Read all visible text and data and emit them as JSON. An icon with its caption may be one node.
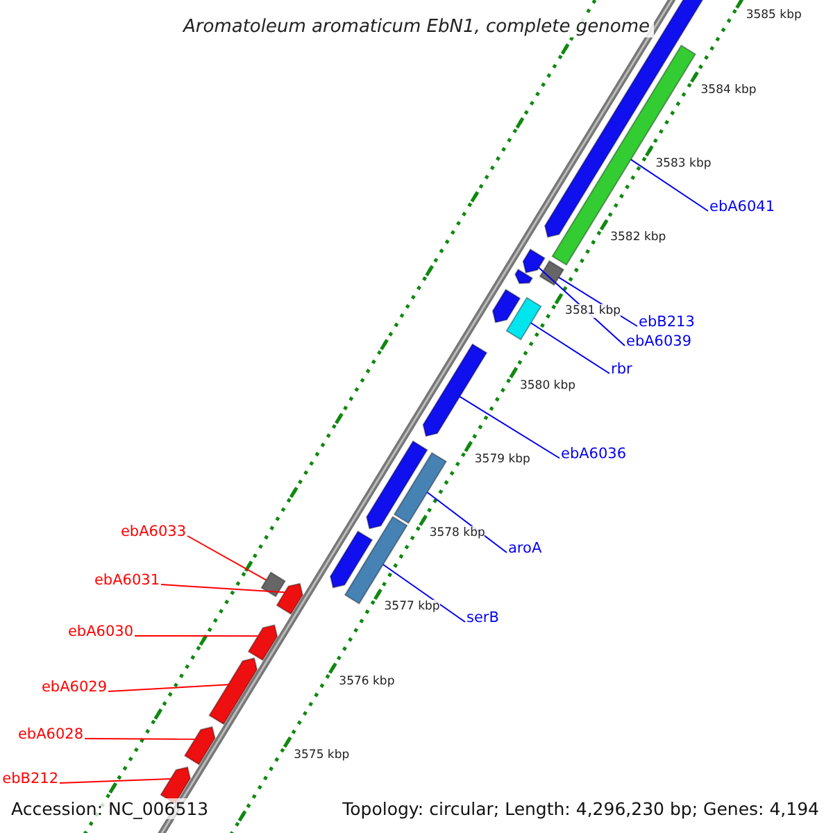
{
  "diagram": {
    "title": "Aromatoleum aromaticum EbN1, complete genome",
    "nodes": [
      {
        "text": [
          "ebA6041"
        ]
      },
      {
        "text": [
          "ebB213"
        ]
      },
      {
        "text": [
          "ebA6039"
        ]
      },
      {
        "text": [
          "rbr"
        ]
      },
      {
        "text": [
          "ebA6036"
        ]
      },
      {
        "text": [
          "ebA6033"
        ]
      },
      {
        "text": [
          "aroA"
        ]
      },
      {
        "text": [
          "ebA6031"
        ]
      },
      {
        "text": [
          "serB"
        ]
      },
      {
        "text": [
          "ebA6030"
        ]
      },
      {
        "text": [
          "ebA6029"
        ]
      },
      {
        "text": [
          "ebA6028"
        ]
      },
      {
        "text": [
          "ebB212"
        ]
      },
      {
        "text": [],
        "shape": "bar"
      },
      {
        "text": [],
        "shape": "bar"
      },
      {
        "text": [],
        "shape": "bar"
      },
      {
        "text": [],
        "shape": "box"
      },
      {
        "text": [],
        "shape": "bar"
      },
      {
        "text": [],
        "shape": "bar"
      },
      {
        "text": [],
        "shape": "bar"
      },
      {
        "text": [],
        "shape": "bar"
      },
      {
        "text": [],
        "shape": "bar"
      },
      {
        "text": [],
        "shape": "bar"
      },
      {
        "text": [],
        "shape": "bar"
      },
      {
        "text": [],
        "shape": "bar"
      },
      {
        "text": [],
        "shape": "box"
      },
      {
        "text": [],
        "shape": "bar"
      },
      {
        "text": [],
        "shape": "bar"
      },
      {
        "text": [],
        "shape": "bar"
      },
      {
        "text": [],
        "shape": "bar"
      },
      {
        "text": [],
        "shape": "bar"
      }
    ],
    "edges": [
      {
        "from": 0,
        "to": 14,
        "arrow": "none"
      },
      {
        "from": 1,
        "to": 16,
        "arrow": "none"
      },
      {
        "from": 2,
        "to": 15,
        "arrow": "none"
      },
      {
        "from": 3,
        "to": 19,
        "arrow": "none"
      },
      {
        "from": 4,
        "to": 20,
        "arrow": "none"
      },
      {
        "from": 5,
        "to": 25,
        "arrow": "none",
        "color": "#ff0000"
      },
      {
        "from": 6,
        "to": 22,
        "arrow": "none"
      },
      {
        "from": 7,
        "to": 26,
        "arrow": "none",
        "color": "#ff0000"
      },
      {
        "from": 8,
        "to": 23,
        "arrow": "none"
      },
      {
        "from": 9,
        "to": 27,
        "arrow": "none",
        "color": "#ff0000"
      },
      {
        "from": 10,
        "to": 28,
        "arrow": "none",
        "color": "#ff0000"
      },
      {
        "from": 11,
        "to": 29,
        "arrow": "none",
        "color": "#ff0000"
      },
      {
        "from": 12,
        "to": 30,
        "arrow": "none",
        "color": "#ff0000"
      }
    ],
    "labels": [
      "3585 kbp",
      "3584 kbp",
      "3583 kbp",
      "3582 kbp",
      "3581 kbp",
      "3580 kbp",
      "3579 kbp",
      "3578 kbp",
      "3577 kbp",
      "3576 kbp",
      "3575 kbp",
      "Accession: NC_006513",
      "Topology: circular; Length: 4,296,230 bp; Genes: 4,194"
    ]
  }
}
